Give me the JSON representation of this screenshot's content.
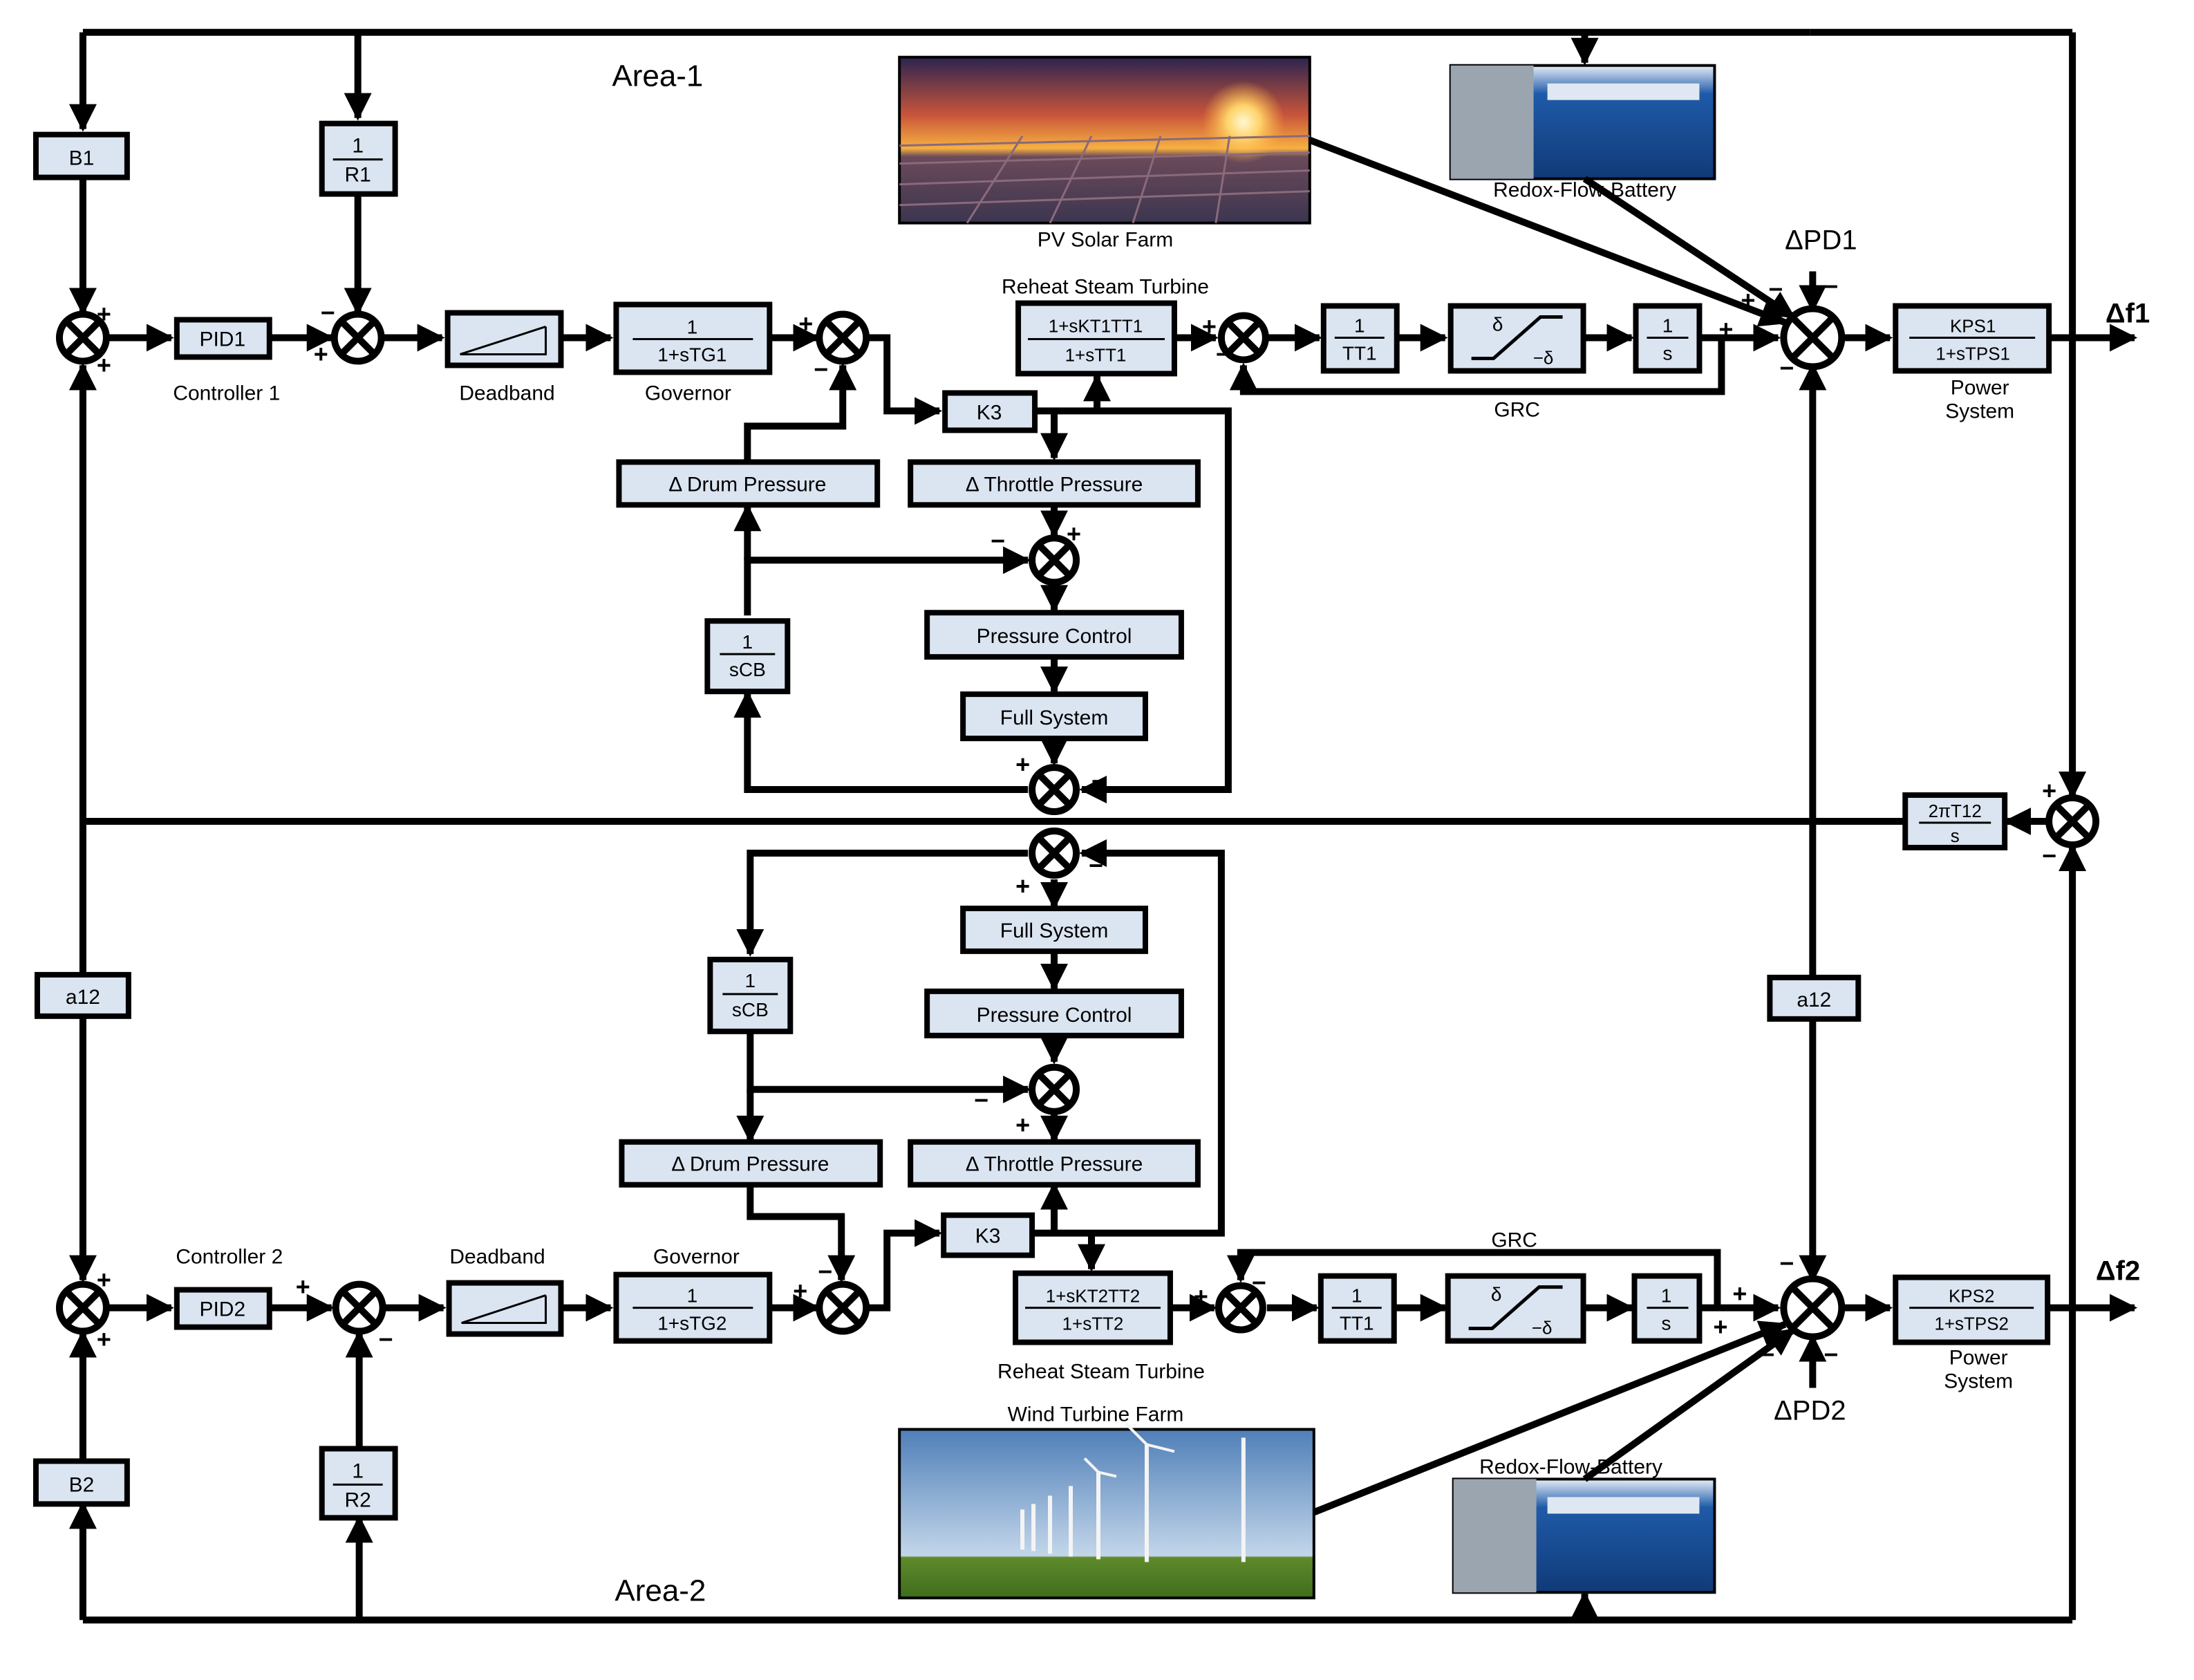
{
  "areas": {
    "area1": "Area-1",
    "area2": "Area-2"
  },
  "pictures": {
    "pv": {
      "label": "PV Solar Farm"
    },
    "wind": {
      "label": "Wind Turbine Farm"
    },
    "battery1": {
      "label": "Redox-Flow-Battery"
    },
    "battery2": {
      "label": "Redox-Flow-Battery"
    }
  },
  "area1": {
    "b": "B1",
    "r": {
      "num": "1",
      "den": "R1"
    },
    "pid": "PID1",
    "controller": "Controller 1",
    "deadband": "Deadband",
    "governor": {
      "num": "1",
      "den": "1+sTG1",
      "label": "Governor"
    },
    "k": "K3",
    "drum": "Δ Drum Pressure",
    "throttle": "Δ Throttle Pressure",
    "cb": {
      "num": "1",
      "den": "sCB"
    },
    "pressure_control": "Pressure Control",
    "full_system": "Full System",
    "reheat": {
      "num": "1+sKT1TT1",
      "den": "1+sTT1",
      "label": "Reheat Steam Turbine"
    },
    "tt": {
      "num": "1",
      "den": "TT1"
    },
    "grc": {
      "label": "GRC",
      "top": "δ",
      "bottom": "−δ"
    },
    "integrator": {
      "num": "1",
      "den": "s"
    },
    "power": {
      "num": "KPS1",
      "den": "1+sTPS1",
      "label1": "Power",
      "label2": "System"
    },
    "disturbance": "ΔPD1",
    "output": "Δf1"
  },
  "area2": {
    "b": "B2",
    "r": {
      "num": "1",
      "den": "R2"
    },
    "pid": "PID2",
    "controller": "Controller 2",
    "deadband": "Deadband",
    "governor": {
      "num": "1",
      "den": "1+sTG2",
      "label": "Governor"
    },
    "k": "K3",
    "drum": "Δ Drum Pressure",
    "throttle": "Δ Throttle Pressure",
    "cb": {
      "num": "1",
      "den": "sCB"
    },
    "pressure_control": "Pressure Control",
    "full_system": "Full System",
    "reheat": {
      "num": "1+sKT2TT2",
      "den": "1+sTT2",
      "label": "Reheat Steam Turbine"
    },
    "tt": {
      "num": "1",
      "den": "TT1"
    },
    "grc": {
      "label": "GRC",
      "top": "δ",
      "bottom": "−δ"
    },
    "integrator": {
      "num": "1",
      "den": "s"
    },
    "power": {
      "num": "KPS2",
      "den": "1+sTPS2",
      "label1": "Power",
      "label2": "System"
    },
    "disturbance": "ΔPD2",
    "output": "Δf2"
  },
  "tieline": {
    "gain": {
      "num": "2πT12",
      "den": "s"
    },
    "a12_left": "a12",
    "a12_right": "a12"
  },
  "signs": {
    "plus": "+",
    "minus": "−"
  },
  "colors": {
    "block_fill": "#dbe5f1",
    "line": "#000000"
  }
}
